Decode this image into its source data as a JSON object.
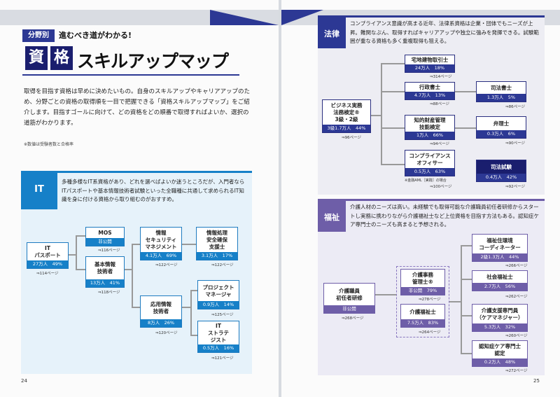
{
  "left": {
    "tag": "分野別",
    "tagline": "進むべき道がわかる!",
    "title_k1": "資",
    "title_k2": "格",
    "title_rest": "スキルアップマップ",
    "intro": "取得を目指す資格は早めに決めたいもの。自身のスキルアップやキャリアアップのため、分野ごとの資格の取得順を一目で把握できる「資格スキルアップマップ」をご紹介します。目指すゴールに向けて、どの資格をどの順番で取得すればよいか、選択の道筋がわかります。",
    "note": "※数値は受験者数と合格率",
    "it_label": "IT",
    "it_text": "多種多様なIT系資格があり、どれを選べばよいか迷うところだが、入門者ならITパスポートや基本情報技術者試験といった全職種に共通して求められるIT知識を身に付ける資格から取り組むのがおすすめ。",
    "page_number": "24",
    "nodes": {
      "itp": {
        "title": "IT\nパスポート",
        "stat": "27万人　49%",
        "page": "⇒114ページ"
      },
      "mos": {
        "title": "MOS",
        "stat": "非公開",
        "page": "⇒116ページ"
      },
      "kihon": {
        "title": "基本情報\n技術者",
        "stat": "13万人　41%",
        "page": "⇒118ページ"
      },
      "sec": {
        "title": "情報\nセキュリティ\nマネジメント",
        "stat": "4.1万人　69%",
        "page": "⇒122ページ"
      },
      "sien": {
        "title": "情報処理\n安全確保\n支援士",
        "stat": "3.1万人　17%",
        "page": "⇒122ページ"
      },
      "oyo": {
        "title": "応用情報\n技術者",
        "stat": "8万人　26%",
        "page": "⇒120ページ"
      },
      "pm": {
        "title": "プロジェクト\nマネージャ",
        "stat": "0.9万人　14%",
        "page": "⇒125ページ"
      },
      "st": {
        "title": "IT\nストラテ\nジスト",
        "stat": "0.5万人　16%",
        "page": "⇒121ページ"
      }
    }
  },
  "right": {
    "hou_label": "法律",
    "hou_text": "コンプライアンス意識が高まる近年、法律系資格は企業・団体でもニーズが上昇。難関なぶん、取得すればキャリアアップや独立に強みを発揮できる。試験範囲が重なる資格も多く重複取得も狙える。",
    "fuk_label": "福祉",
    "fuk_text": "介護人材のニーズは高い。未経験でも取得可能な介護職員初任者研修からスタートし実務に携わりながら介護福祉士など上位資格を目指す方法もある。認知症ケア専門士のニーズも高まると予想される。",
    "page_number": "25",
    "aml_note": "※金融AML［実践］の場合",
    "nodes": {
      "biz": {
        "title": "ビジネス実務\n法務検定®\n3級・2級",
        "stat": "3級1.7万人　44%",
        "page": "⇒96ページ"
      },
      "takken": {
        "title": "宅地建物取引士",
        "stat": "24万人　18%",
        "page": "⇒314ページ"
      },
      "gyosei": {
        "title": "行政書士",
        "stat": "4.7万人　13%",
        "page": "⇒88ページ"
      },
      "chizai": {
        "title": "知的財産管理\n技能検定",
        "stat": "1万人　66%",
        "page": "⇒94ページ"
      },
      "comp": {
        "title": "コンプライアンス\nオフィサー",
        "stat": "0.5万人　63%",
        "page": "⇒100ページ"
      },
      "shiho": {
        "title": "司法書士",
        "stat": "1.3万人　5%",
        "page": "⇒86ページ"
      },
      "benri": {
        "title": "弁理士",
        "stat": "0.3万人　6%",
        "page": "⇒90ページ"
      },
      "shihoshiken": {
        "title": "司法試験",
        "stat": "0.4万人　42%",
        "page": "⇒92ページ"
      },
      "shonin": {
        "title": "介護職員\n初任者研修",
        "stat": "非公開",
        "page": "⇒268ページ"
      },
      "jimu": {
        "title": "介護事務\n管理士®",
        "stat": "非公開　79%",
        "page": "⇒278ページ"
      },
      "kaigo": {
        "title": "介護福祉士",
        "stat": "7.5万人　83%",
        "page": "⇒264ページ"
      },
      "jukyo": {
        "title": "福祉住環境\nコーディネーター",
        "stat": "2級1.3万人　44%",
        "page": "⇒266ページ"
      },
      "shakai": {
        "title": "社会福祉士",
        "stat": "2.7万人　56%",
        "page": "⇒262ページ"
      },
      "care": {
        "title": "介護支援専門員\n（ケアマネジャー）",
        "stat": "5.3万人　32%",
        "page": "⇒260ページ"
      },
      "ninchi": {
        "title": "認知症ケア専門士\n認定",
        "stat": "0.2万人　48%",
        "page": "⇒272ページ"
      }
    }
  },
  "colors": {
    "navy": "#1a1e6e",
    "it_blue": "#1680c8",
    "law_navy": "#2c3894",
    "welfare_purple": "#6e5ea8",
    "arrow_gray": "#999999"
  }
}
